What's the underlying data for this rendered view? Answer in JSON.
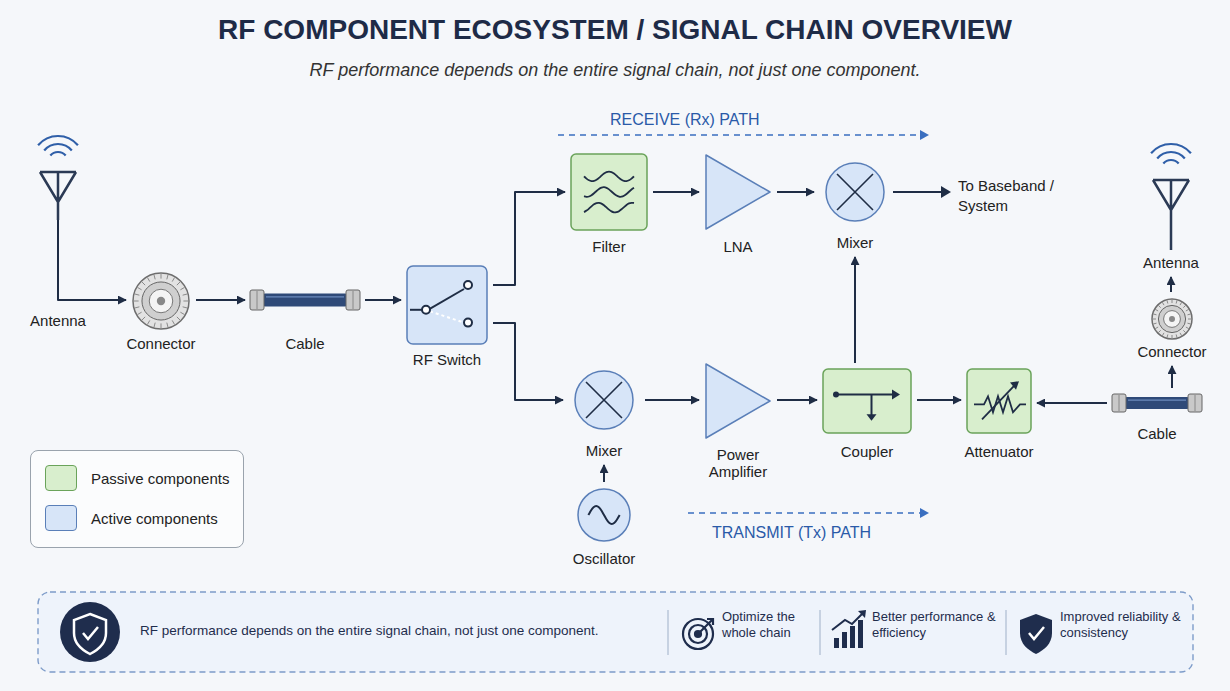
{
  "diagram": {
    "title": "RF COMPONENT ECOSYSTEM / SIGNAL CHAIN OVERVIEW",
    "caption": "RF performance depends on the entire signal chain, not just one component.",
    "nodes": [
      {
        "text": [
          "Antenna"
        ]
      },
      {
        "text": [
          "Connector"
        ]
      },
      {
        "text": [
          "Cable"
        ]
      },
      {
        "text": [
          "RF Switch"
        ]
      },
      {
        "text": [
          "Filter"
        ]
      },
      {
        "text": [
          "LNA"
        ]
      },
      {
        "text": [
          "Mixer"
        ]
      },
      {
        "text": [
          "Mixer"
        ]
      },
      {
        "text": [
          "Power Amplifier"
        ]
      },
      {
        "text": [
          "Coupler"
        ]
      },
      {
        "text": [
          "Attenuator"
        ]
      },
      {
        "text": [
          "Cable"
        ]
      },
      {
        "text": [
          "Connector"
        ]
      },
      {
        "text": [
          "Antenna"
        ]
      },
      {
        "text": [
          "Oscillator"
        ]
      },
      {
        "text": [
          "RF performance depends on the entire signal chain, not just one component.",
          "Optimize the whole chain",
          "Better performance & efficiency",
          "Improved reliability & consistency"
        ]
      }
    ],
    "edges": [
      {
        "from": 0,
        "to": 1,
        "arrow": "to"
      },
      {
        "from": 1,
        "to": 2,
        "arrow": "to"
      },
      {
        "from": 2,
        "to": 3,
        "arrow": "to"
      },
      {
        "from": 3,
        "to": 4,
        "arrow": "to"
      },
      {
        "from": 4,
        "to": 5,
        "arrow": "to"
      },
      {
        "from": 5,
        "to": 6,
        "arrow": "to"
      },
      {
        "from": 3,
        "to": 7,
        "arrow": "to"
      },
      {
        "from": 14,
        "to": 7,
        "arrow": "to"
      },
      {
        "from": 7,
        "to": 8,
        "arrow": "to"
      },
      {
        "from": 8,
        "to": 9,
        "arrow": "to"
      },
      {
        "from": 9,
        "to": 6,
        "arrow": "to"
      },
      {
        "from": 9,
        "to": 10,
        "arrow": "to"
      },
      {
        "from": 11,
        "to": 10,
        "arrow": "to"
      },
      {
        "from": 11,
        "to": 12,
        "arrow": "to"
      },
      {
        "from": 12,
        "to": 13,
        "arrow": "to"
      }
    ],
    "labels": [
      "RECEIVE (Rx) PATH",
      "To Baseband / System",
      "TRANSMIT (Tx) PATH"
    ],
    "legend": [
      {
        "text": "Passive components",
        "color": "#d8eecd"
      },
      {
        "text": "Active components",
        "color": "#d7e5f8"
      }
    ]
  }
}
